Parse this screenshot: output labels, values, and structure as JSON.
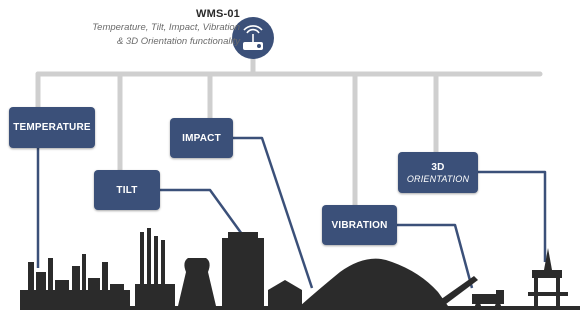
{
  "header": {
    "title": "WMS-01",
    "subtitle_line1": "Temperature, Tilt, Impact, Vibration",
    "subtitle_line2": "& 3D Orientation functionality"
  },
  "sensor_icon": "wireless-sensor-icon",
  "boxes": {
    "temperature": "TEMPERATURE",
    "tilt": "TILT",
    "impact": "IMPACT",
    "vibration": "VIBRATION",
    "orientation_line1": "3D",
    "orientation_line2": "ORIENTATION"
  },
  "colors": {
    "box": "#3b5079",
    "connector_gray": "#cfcfcf",
    "leader_line": "#3b5079",
    "silhouette": "#2b2b2b"
  }
}
